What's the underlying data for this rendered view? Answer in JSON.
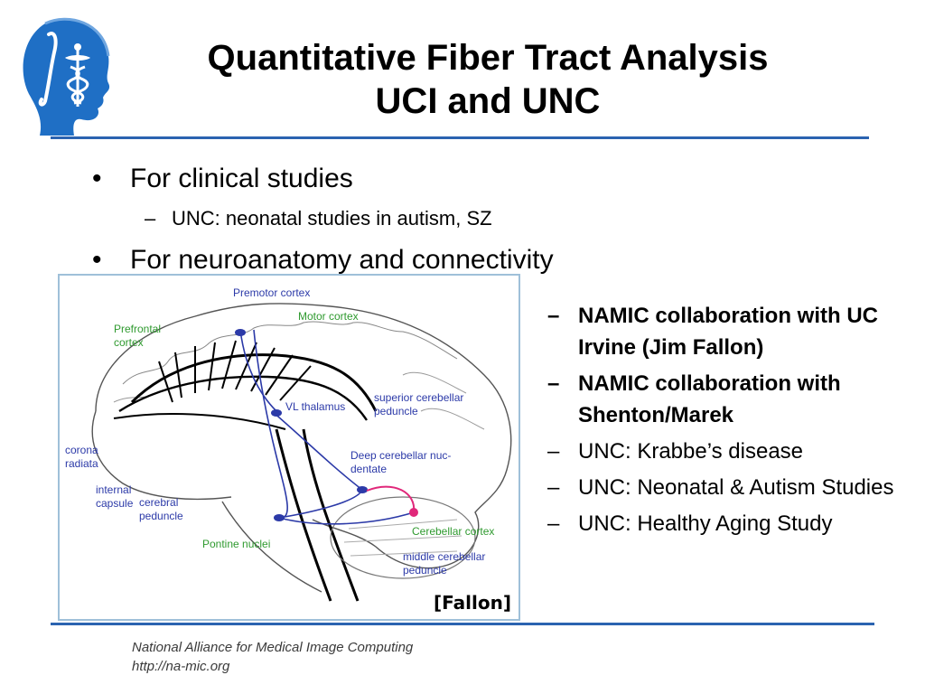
{
  "slide": {
    "title_line1": "Quantitative Fiber Tract Analysis",
    "title_line2": "UCI and UNC",
    "bullets": [
      {
        "bullet": "•",
        "text": "For clinical studies"
      },
      {
        "bullet": "•",
        "text": "For neuroanatomy and connectivity"
      }
    ],
    "sub_bullets": [
      {
        "dash": "–",
        "text": "UNC: neonatal studies in autism, SZ"
      }
    ],
    "right_items": [
      {
        "dash": "–",
        "text": "NAMIC collaboration with UC Irvine (Jim Fallon)",
        "bold": true
      },
      {
        "dash": "–",
        "text": "NAMIC collaboration with Shenton/Marek",
        "bold": true
      },
      {
        "dash": "–",
        "text": "UNC: Krabbe’s disease",
        "bold": false
      },
      {
        "dash": "–",
        "text": "UNC: Neonatal & Autism Studies",
        "bold": false
      },
      {
        "dash": "–",
        "text": "UNC: Healthy Aging Study",
        "bold": false
      }
    ],
    "figure": {
      "labels": {
        "premotor": "Premotor cortex",
        "motor": "Motor cortex",
        "prefrontal": "Prefrontal cortex",
        "vl_thalamus": "VL thalamus",
        "superior_cerebellar": "superior cerebellar peduncle",
        "deep_cerebellar": "Deep cerebellar nuc-dentate",
        "corona_radiata": "corona radiata",
        "internal_capsule": "internal capsule",
        "cerebral_peduncle": "cerebral peduncle",
        "cerebellar_cortex": "Cerebellar cortex",
        "pontine_nuclei": "Pontine nuclei",
        "middle_cerebellar": "middle cerebellar peduncle"
      },
      "credit": "[Fallon]"
    },
    "footer": {
      "org": "National Alliance for Medical Image Computing",
      "url": "http://na-mic.org"
    },
    "colors": {
      "accent_rule": "#2b63b0",
      "logo_blue": "#1f6fc5",
      "label_blue": "#2c3aa8",
      "label_green": "#2f9a2f",
      "tract_magenta": "#e0287a"
    },
    "icons": {
      "logo": "slicer-head-caduceus-logo"
    }
  }
}
